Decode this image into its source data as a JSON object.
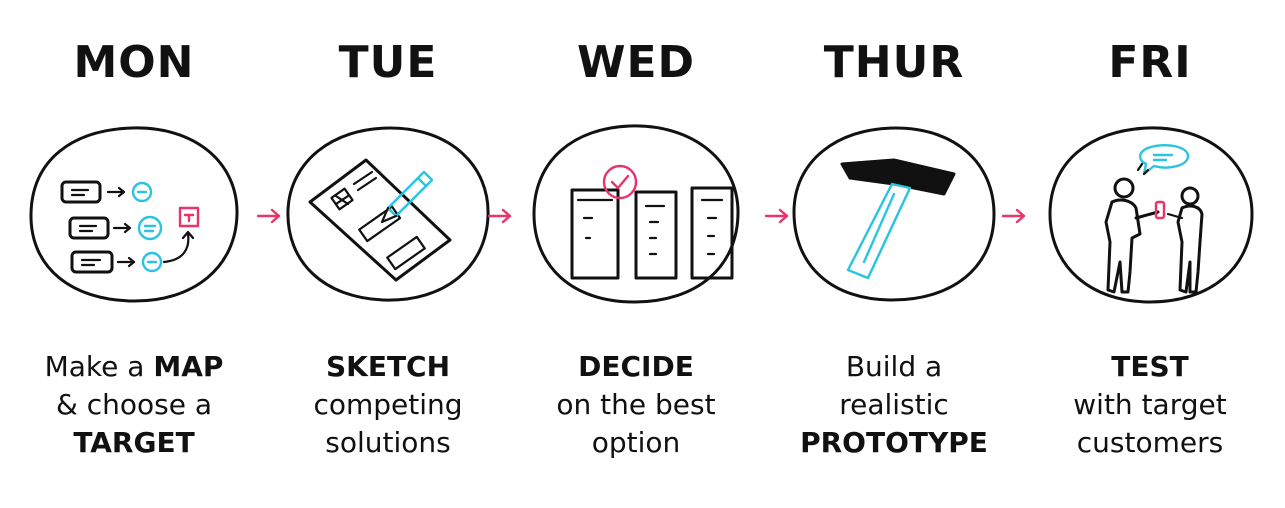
{
  "days": [
    {
      "title": "MON",
      "caption": [
        [
          "Make a ",
          "MAP"
        ],
        [
          "& choose a",
          ""
        ],
        [
          "",
          "TARGET"
        ]
      ]
    },
    {
      "title": "TUE",
      "caption": [
        [
          "",
          "SKETCH"
        ],
        [
          "competing",
          ""
        ],
        [
          "solutions",
          ""
        ]
      ]
    },
    {
      "title": "WED",
      "caption": [
        [
          "",
          "DECIDE"
        ],
        [
          "on the best",
          ""
        ],
        [
          "option",
          ""
        ]
      ]
    },
    {
      "title": "THUR",
      "caption": [
        [
          "Build a",
          ""
        ],
        [
          "realistic",
          ""
        ],
        [
          "",
          "PROTOTYPE"
        ]
      ]
    },
    {
      "title": "FRI",
      "caption": [
        [
          "",
          "TEST"
        ],
        [
          "with target",
          ""
        ],
        [
          "customers",
          ""
        ]
      ]
    }
  ],
  "colors": {
    "ink": "#111111",
    "accent_pink": "#e8336b",
    "accent_cyan": "#29c4e0"
  },
  "icons": [
    "map-icon",
    "sketch-icon",
    "decide-icon",
    "prototype-hammer-icon",
    "test-people-icon"
  ]
}
